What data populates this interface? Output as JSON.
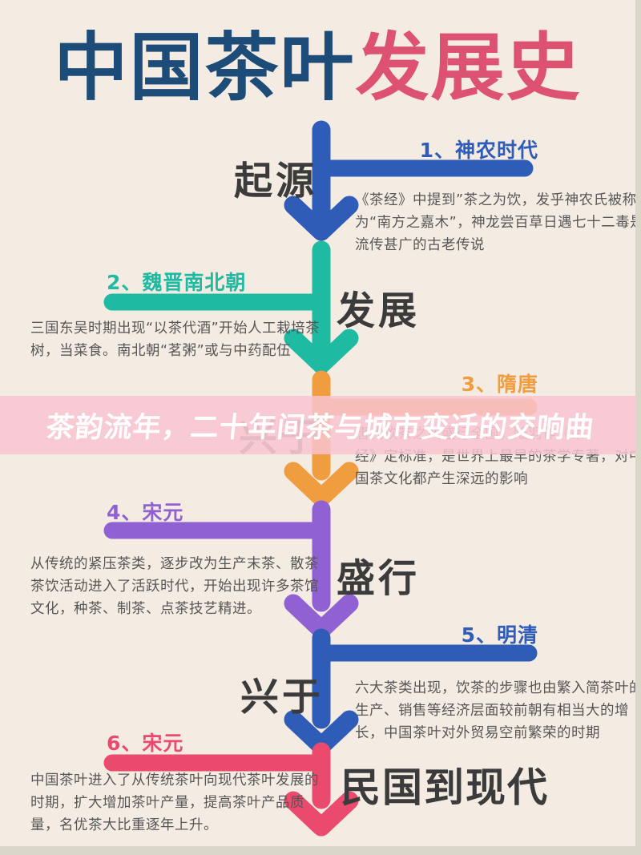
{
  "title": {
    "part1": "中国茶叶",
    "part2": "发展史",
    "part1_color": "#1d4c78",
    "part2_color": "#dc5270"
  },
  "background_color": "#f4ece3",
  "watermark": {
    "text": "茶韵流年，二十年间茶与城市变迁的交响曲",
    "band_color": "#f8c5d0",
    "text_color": "#ffffff"
  },
  "sections": [
    {
      "num_label": "1、神农时代",
      "stage": "起源",
      "side": "right",
      "color": "#2e5cb7",
      "body_lines": [
        "《茶经》中提到”茶之为饮，发乎神农氏被称颂",
        "为“南方之嘉木”，神龙尝百草日遇七十二毒是",
        "流传甚广的古老传说"
      ]
    },
    {
      "num_label": "2、魏晋南北朝",
      "stage": "发展",
      "side": "left",
      "color": "#1ebaa2",
      "body_lines": [
        "三国东吴时期出现“以茶代酒”开始人工栽培茶",
        "树，当菜食。南北朝“茗粥”或与中药配伍"
      ]
    },
    {
      "num_label": "3、隋唐",
      "stage": "兴于",
      "side": "right",
      "color": "#ef9d3e",
      "body_lines": [
        "唐代饮茶之风盛行全国，陆羽作《茶",
        "经》定标准，是世界上最早的茶学专著，对中",
        "国茶文化都产生深远的影响"
      ]
    },
    {
      "num_label": "4、宋元",
      "stage": "盛行",
      "side": "left",
      "color": "#9061d2",
      "body_lines": [
        "从传统的紧压茶类，逐步改为生产末茶、散茶",
        "茶饮活动进入了活跃时代，开始出现许多茶馆",
        "文化，种茶、制茶、点茶技艺精进。"
      ]
    },
    {
      "num_label": "5、明清",
      "stage": "兴于",
      "side": "right",
      "color": "#2e5cb7",
      "body_lines": [
        "六大茶类出现，饮茶的步骤也由繁入简茶叶的",
        "生产、销售等经济层面较前朝有相当大的增",
        "长，中国茶叶对外贸易空前繁荣的时期"
      ]
    },
    {
      "num_label": "6、宋元",
      "stage": "民国到现代",
      "side": "left",
      "color": "#ea4a6d",
      "body_lines": [
        "中国茶叶进入了从传统茶叶向现代茶叶发展的",
        "时期，扩大增加茶叶产量，提高茶叶产品质",
        "量，名优茶大比重逐年上升。"
      ]
    }
  ]
}
